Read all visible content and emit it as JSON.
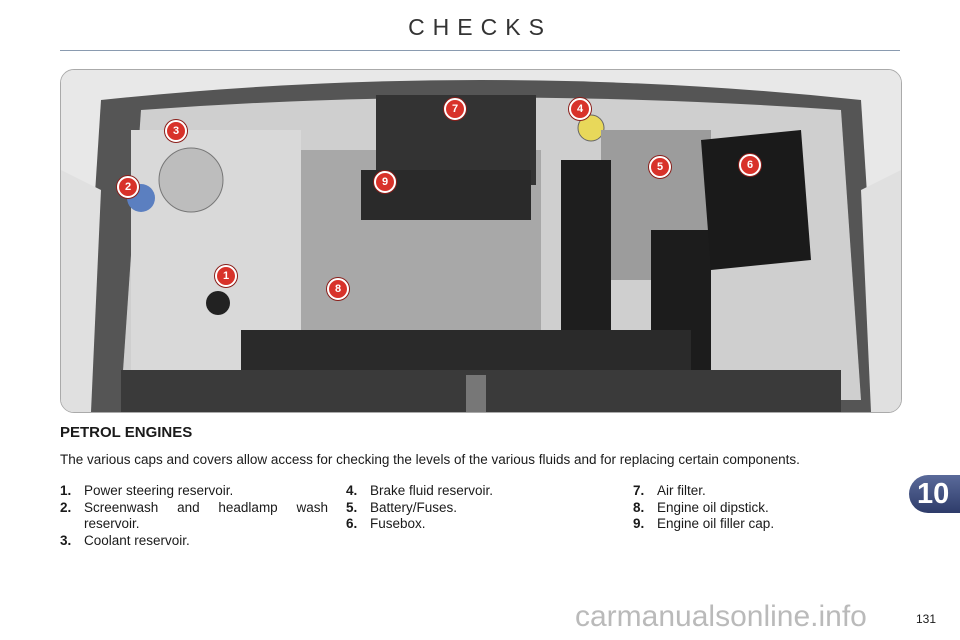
{
  "header": {
    "title": "CHECKS"
  },
  "figure": {
    "callouts": [
      "1",
      "2",
      "3",
      "4",
      "5",
      "6",
      "7",
      "8",
      "9"
    ]
  },
  "section": {
    "heading": "PETROL ENGINES",
    "intro": "The various caps and covers allow access for checking the levels of the various fluids and for replacing certain components."
  },
  "items": [
    {
      "num": "1.",
      "label": "Power steering reservoir."
    },
    {
      "num": "2.",
      "label": "Screenwash and headlamp wash reservoir."
    },
    {
      "num": "3.",
      "label": "Coolant reservoir."
    },
    {
      "num": "4.",
      "label": "Brake fluid reservoir."
    },
    {
      "num": "5.",
      "label": "Battery/Fuses."
    },
    {
      "num": "6.",
      "label": "Fusebox."
    },
    {
      "num": "7.",
      "label": "Air filter."
    },
    {
      "num": "8.",
      "label": "Engine oil dipstick."
    },
    {
      "num": "9.",
      "label": "Engine oil filler cap."
    }
  ],
  "chapter_tab": "10",
  "page_number": "131",
  "watermark": "carmanualsonline.info"
}
